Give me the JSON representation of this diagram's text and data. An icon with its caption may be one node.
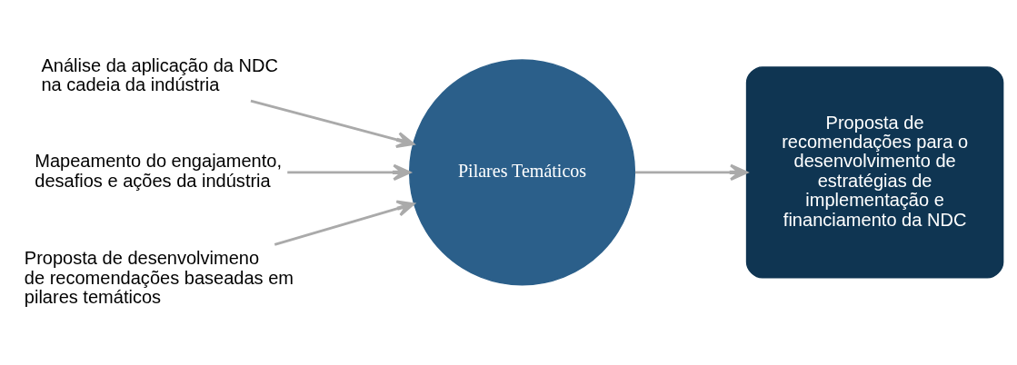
{
  "diagram": {
    "nodes": [
      {
        "text": [
          "Análise da aplicação da NDC na cadeia da indústria"
        ]
      },
      {
        "text": [
          "Mapeamento do engajamento, desafios e ações da indústria"
        ]
      },
      {
        "text": [
          "Proposta de desenvolvimeno de recomendações baseadas em pilares temáticos"
        ]
      },
      {
        "text": [
          "Pilares Temáticos"
        ]
      },
      {
        "text": [
          "Proposta de recomendações para o desenvolvimento de estratégias de implementação e financiamento da NDC"
        ]
      }
    ],
    "edges": [
      {
        "from": 0,
        "to": 3,
        "arrow": "to"
      },
      {
        "from": 1,
        "to": 3,
        "arrow": "to"
      },
      {
        "from": 2,
        "to": 3,
        "arrow": "to"
      },
      {
        "from": 3,
        "to": 4,
        "arrow": "to"
      }
    ]
  }
}
